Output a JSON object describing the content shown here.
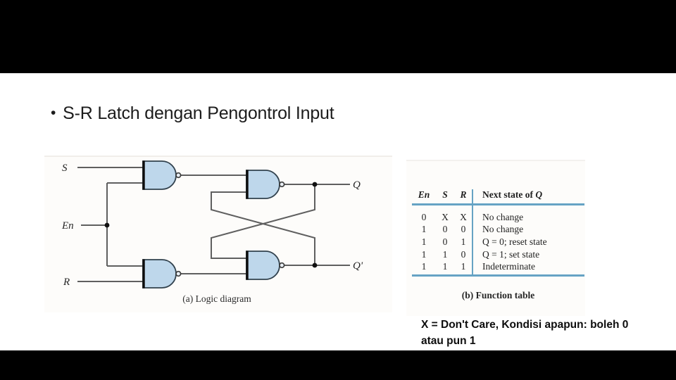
{
  "slide": {
    "bullet": "•",
    "title": "S-R Latch dengan Pengontrol Input",
    "note_line1": "X = Don't Care, Kondisi apapun: boleh 0",
    "note_line2": "atau pun 1"
  },
  "diagram": {
    "caption": "(a) Logic diagram",
    "description": "S-R latch built from four NAND gates with enable input",
    "labels": {
      "s": "S",
      "en": "En",
      "r": "R",
      "q": "Q",
      "q_not": "Q'"
    },
    "gate_fill": "#bed7eb",
    "wire_color": "#5f5f5f"
  },
  "table": {
    "caption": "(b) Function table",
    "header": {
      "en": "En",
      "s": "S",
      "r": "R",
      "next_prefix": "Next state of ",
      "next_q": "Q"
    },
    "rows": [
      {
        "en": "0",
        "s": "X",
        "r": "X",
        "next": "No change"
      },
      {
        "en": "1",
        "s": "0",
        "r": "0",
        "next": "No change"
      },
      {
        "en": "1",
        "s": "0",
        "r": "1",
        "next": "Q = 0; reset state"
      },
      {
        "en": "1",
        "s": "1",
        "r": "0",
        "next": "Q = 1; set state"
      },
      {
        "en": "1",
        "s": "1",
        "r": "1",
        "next": "Indeterminate"
      }
    ],
    "rule_color": "#66a3c4"
  },
  "colors": {
    "letterbox": "#000000",
    "background": "#ffffff",
    "title_text": "#1c1c1c"
  }
}
